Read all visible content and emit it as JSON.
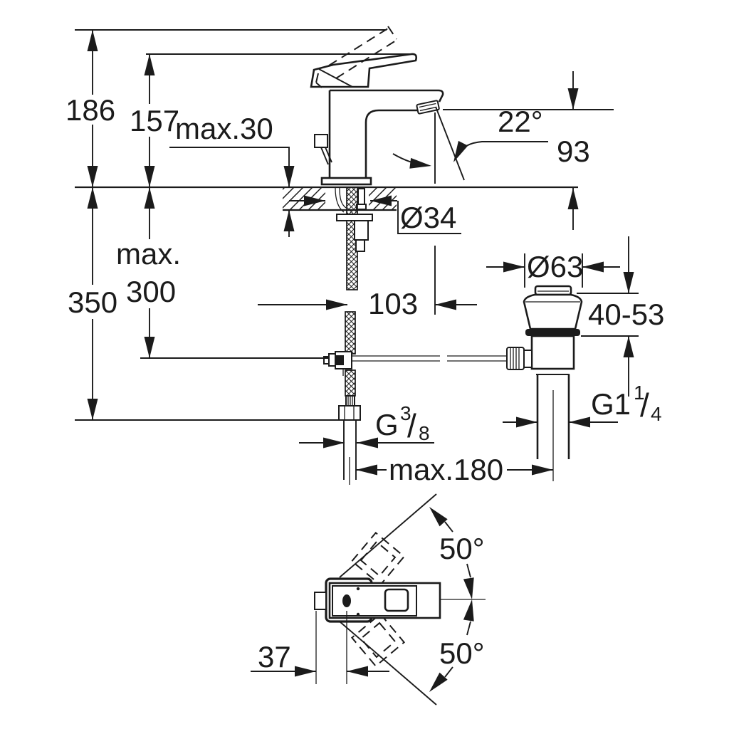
{
  "colors": {
    "ink": "#1b1b1b",
    "paper": "#ffffff"
  },
  "dims": {
    "total_height": "186",
    "spout_top_height": "157",
    "deck_thickness_max": "max.30",
    "stream_angle": "22°",
    "outlet_height": "93",
    "hole_diameter": "Ø34",
    "hose_max_word": "max.",
    "hose_max_value": "300",
    "install_depth": "350",
    "spout_projection": "103",
    "waste_flange_diameter": "Ø63",
    "waste_clamp_range": "40-53",
    "waste_thread_base": "G1",
    "waste_thread_num": "1",
    "waste_thread_slash": "/",
    "waste_thread_den": "4",
    "supply_thread_base": "G",
    "supply_thread_num": "3",
    "supply_thread_slash": "/",
    "supply_thread_den": "8",
    "reach_max": "max.180",
    "swing_angle_up": "50°",
    "swing_angle_down": "50°",
    "handle_center_offset": "37"
  }
}
